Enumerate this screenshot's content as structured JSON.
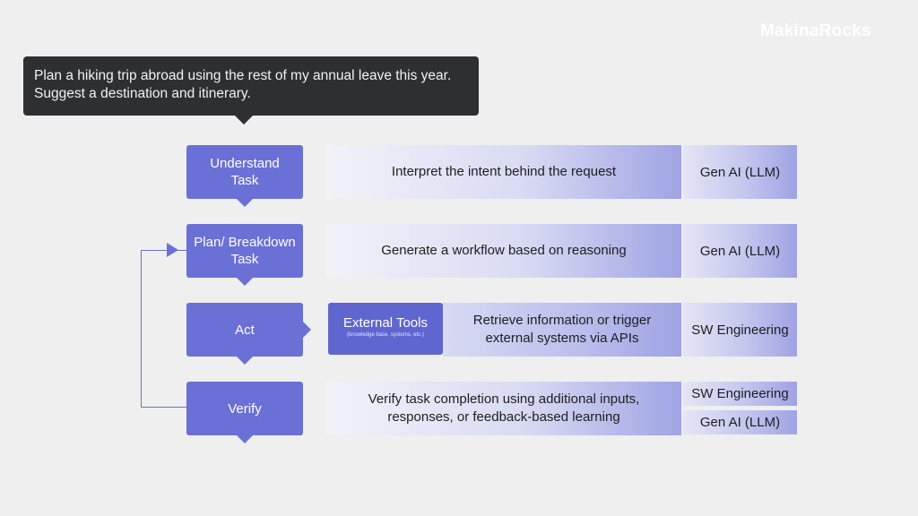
{
  "brand": {
    "logo_text": "MakinaRocks"
  },
  "prompt": {
    "lines": [
      "Plan a hiking trip abroad using the rest of my annual leave this year.",
      "Suggest a destination and itinerary."
    ]
  },
  "steps": [
    {
      "label": "Understand Task",
      "description": "Interpret the intent behind the request",
      "tags": [
        "Gen AI (LLM)"
      ]
    },
    {
      "label": "Plan/ Breakdown Task",
      "description": "Generate a workflow based on reasoning",
      "tags": [
        "Gen AI (LLM)"
      ]
    },
    {
      "label": "Act",
      "tool": {
        "title": "External Tools",
        "subtitle": "(knowledge base, systems, etc.)"
      },
      "description_lines": [
        "Retrieve information or trigger",
        "external systems via APIs"
      ],
      "tags": [
        "SW Engineering"
      ]
    },
    {
      "label": "Verify",
      "description_lines": [
        "Verify task completion using additional inputs,",
        "responses, or feedback-based learning"
      ],
      "tags": [
        "SW Engineering",
        "Gen AI (LLM)"
      ]
    }
  ],
  "colors": {
    "step_fill": "#6a70d6",
    "tool_fill": "#5f66cf",
    "prompt_fill": "#2e2f33",
    "background": "#efefef"
  },
  "icons": {
    "loop_arrow": "arrow-right-icon"
  }
}
